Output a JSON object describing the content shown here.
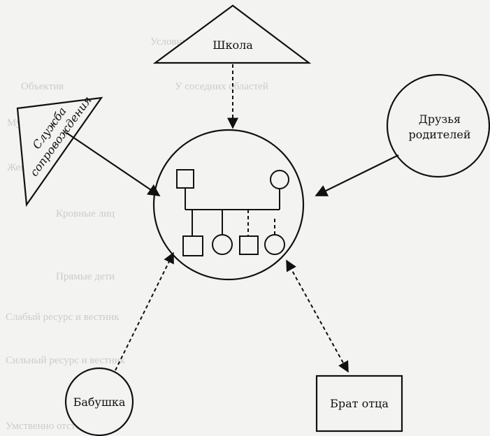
{
  "nodes": {
    "school": "Школа",
    "escort_service": [
      "Служба",
      "сопровождения"
    ],
    "parents_friends": [
      "Друзья",
      "родителей"
    ],
    "grandmother": "Бабушка",
    "fathers_brother": "Брат отца"
  },
  "background_text": [
    "Условные обозначения",
    "Умственно отсталые",
    "Объектив",
    "У соседних областей",
    "Кровные лиц",
    "Прямые дети",
    "Слабый ресурс и вестник",
    "Сильный ресурс и вестник",
    "Мужчина",
    "Женщина"
  ],
  "colors": {
    "stroke": "#111111",
    "background": "#f3f3f1"
  }
}
